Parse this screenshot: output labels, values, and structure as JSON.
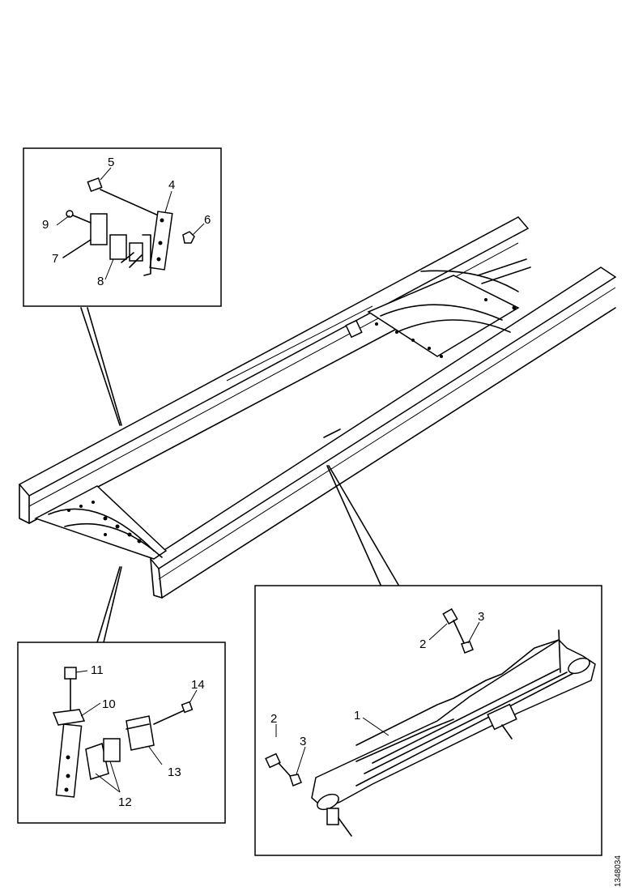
{
  "figure_number": "1348034",
  "callouts": {
    "c1": "1",
    "c2a": "2",
    "c2b": "2",
    "c3a": "3",
    "c3b": "3",
    "c4": "4",
    "c5": "5",
    "c6": "6",
    "c7": "7",
    "c8": "8",
    "c9": "9",
    "c10": "10",
    "c11": "11",
    "c12": "12",
    "c13": "13",
    "c14": "14"
  },
  "colors": {
    "line": "#000000",
    "background": "#ffffff"
  }
}
